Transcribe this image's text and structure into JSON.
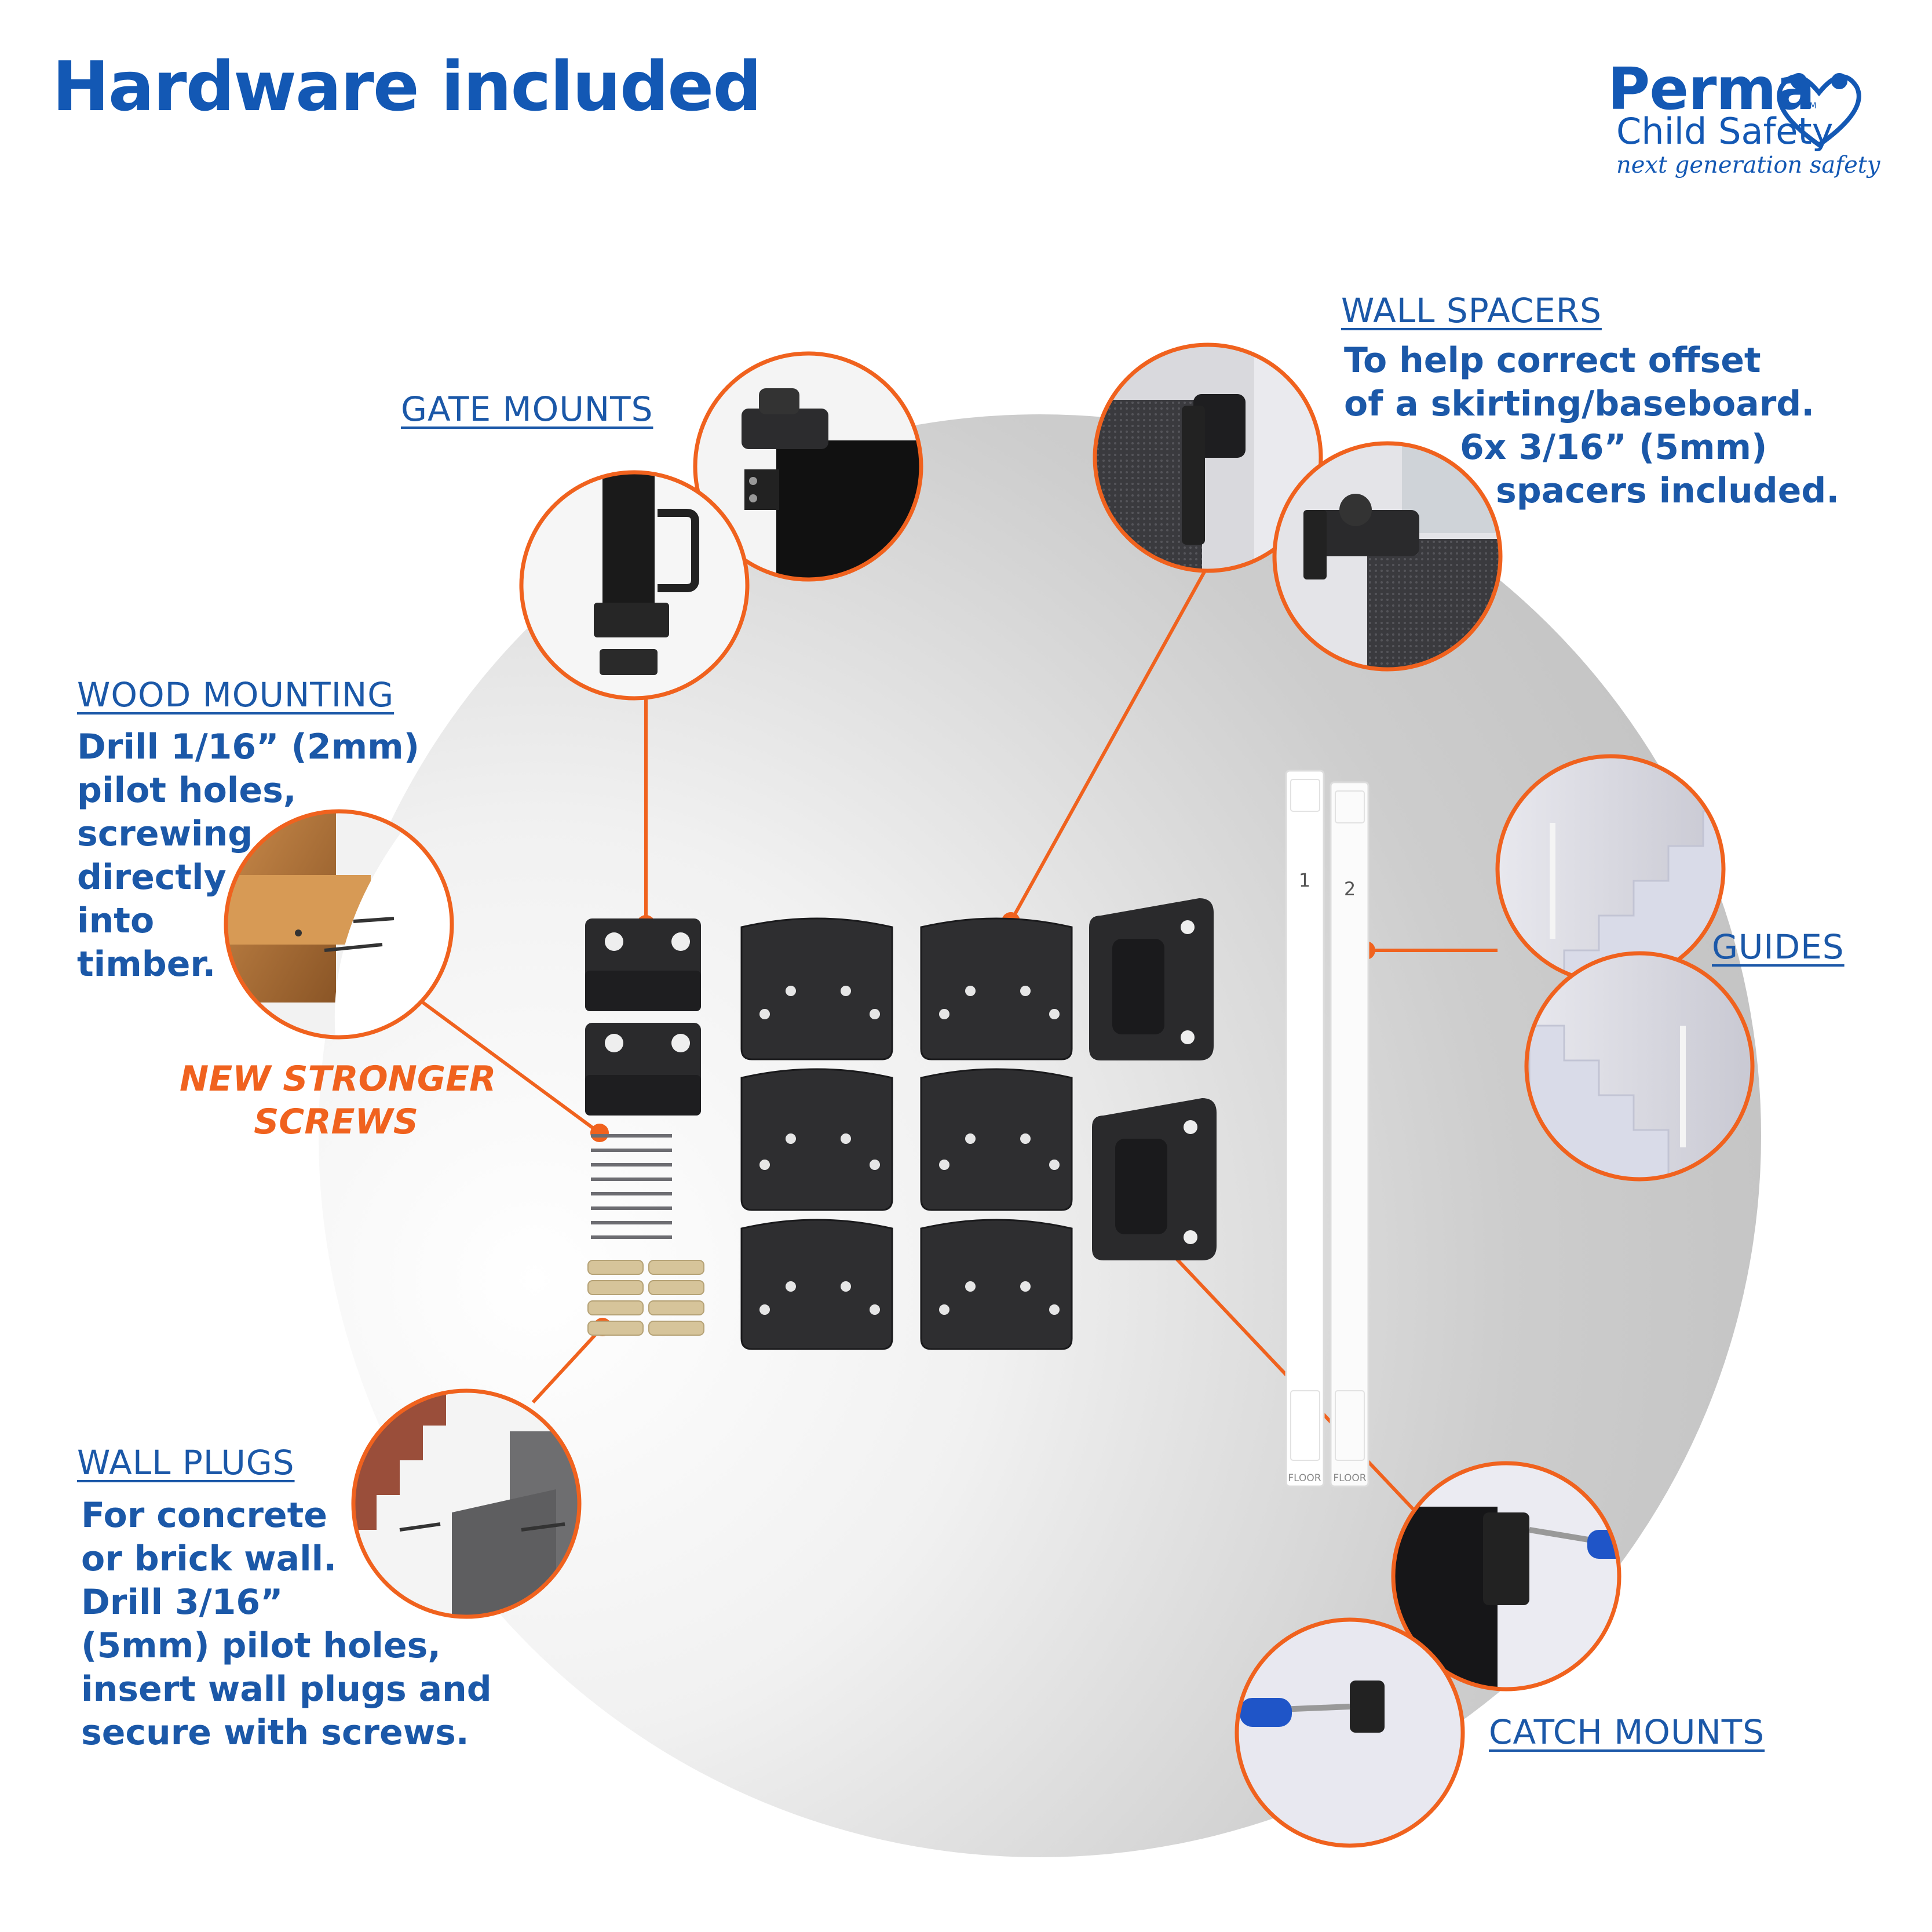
{
  "title": "Hardware included",
  "logo": {
    "brand": "Perma",
    "tm": "TM",
    "sub": "Child Safety",
    "tagline": "next generation safety"
  },
  "sections": {
    "gate_mounts": {
      "heading": "GATE MOUNTS"
    },
    "wall_spacers": {
      "heading": "WALL SPACERS",
      "lines": [
        "To help correct offset",
        "of a skirting/baseboard.",
        "6x 3/16” (5mm)",
        "spacers included."
      ]
    },
    "wood_mounting": {
      "heading": "WOOD MOUNTING",
      "lines": [
        "Drill 1/16” (2mm)",
        "pilot holes,",
        "screwing",
        "directly",
        "into",
        "timber."
      ]
    },
    "new_screws": {
      "lines": [
        "NEW STRONGER",
        "SCREWS"
      ]
    },
    "guides": {
      "heading": "GUIDES",
      "labels": [
        "1",
        "2"
      ],
      "floor_label": "FLOOR"
    },
    "wall_plugs": {
      "heading": "WALL PLUGS",
      "lines": [
        "For concrete",
        "or brick wall.",
        "Drill 3/16”",
        "(5mm) pilot holes,",
        "insert wall plugs and",
        "secure with screws."
      ]
    },
    "catch_mounts": {
      "heading": "CATCH MOUNTS"
    }
  },
  "colors": {
    "brand_blue": "#1358b4",
    "text_blue": "#1b58a8",
    "accent_orange": "#f0621e",
    "hardware_black": "#2a2a2c",
    "backdrop_grey": "#c8c8c8"
  }
}
